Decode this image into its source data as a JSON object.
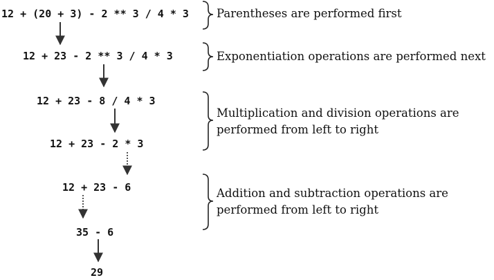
{
  "steps": [
    "12 + (20 + 3) - 2 ** 3 / 4 * 3",
    "12 + 23 - 2 ** 3 / 4 * 3",
    "12 + 23 - 8 / 4 * 3",
    "12 + 23 - 2 * 3",
    "12 + 23 - 6",
    "35 - 6",
    "29"
  ],
  "notes": [
    {
      "lines": [
        "Parentheses are performed first"
      ]
    },
    {
      "lines": [
        "Exponentiation operations are performed next"
      ]
    },
    {
      "lines": [
        "Multiplication and division operations are",
        "performed from left to right"
      ]
    },
    {
      "lines": [
        "Addition and subtraction operations are",
        "performed from left to right"
      ]
    }
  ],
  "colors": {
    "text": "#111111",
    "arrow": "#333333",
    "brace": "#222222"
  }
}
